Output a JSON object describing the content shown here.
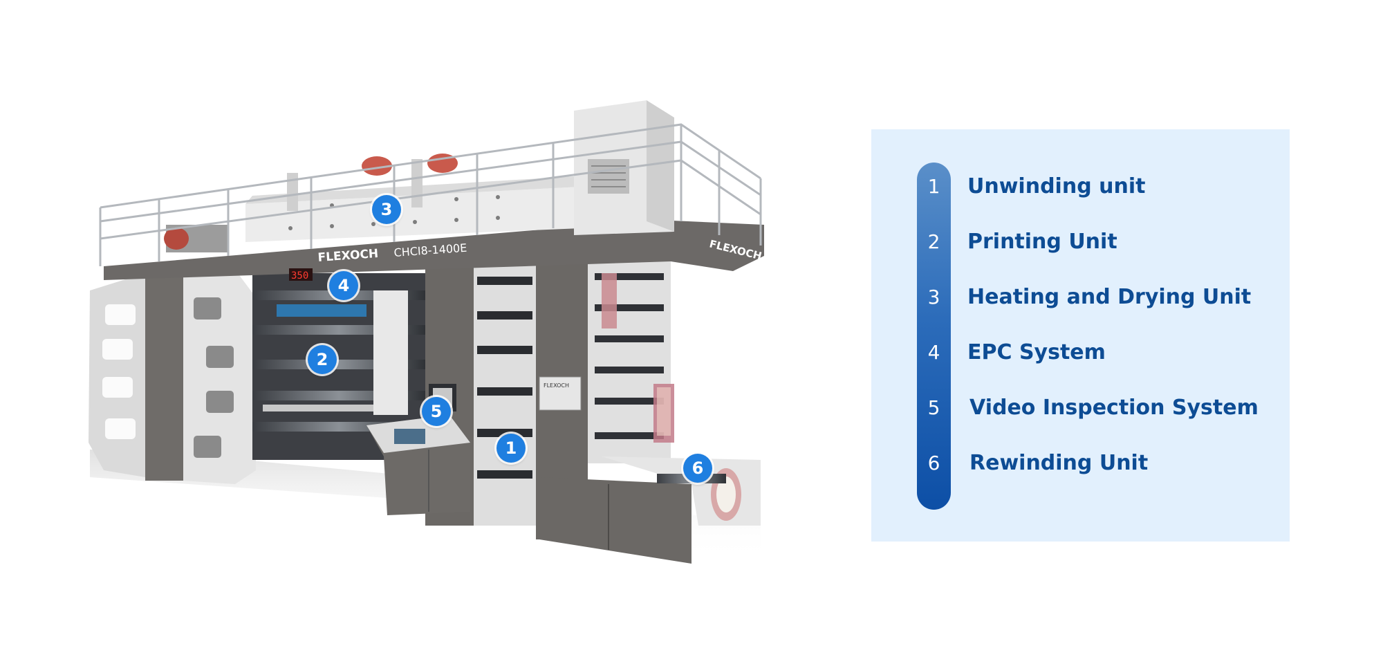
{
  "machine": {
    "brand_top": "FLEXOCH",
    "model": "CHCI8-1400E",
    "brand_side": "FLEXOCH",
    "speed_display": "350",
    "panel_brand": "FLEXOCH",
    "callouts": [
      "3",
      "4",
      "2",
      "5",
      "1",
      "6"
    ]
  },
  "legend": {
    "items": [
      {
        "number": "1",
        "label": "Unwinding unit"
      },
      {
        "number": "2",
        "label": "Printing Unit"
      },
      {
        "number": "3",
        "label": "Heating and Drying Unit"
      },
      {
        "number": "4",
        "label": "EPC System"
      },
      {
        "number": "5",
        "label": "Video Inspection System"
      },
      {
        "number": "6",
        "label": "Rewinding Unit"
      }
    ]
  },
  "colors": {
    "callout": "#1f7fe0",
    "legend_bg": "#e2f0fd",
    "legend_text": "#0d4c94",
    "machine_gray": "#6b6865",
    "machine_light": "#e9e9ea"
  }
}
